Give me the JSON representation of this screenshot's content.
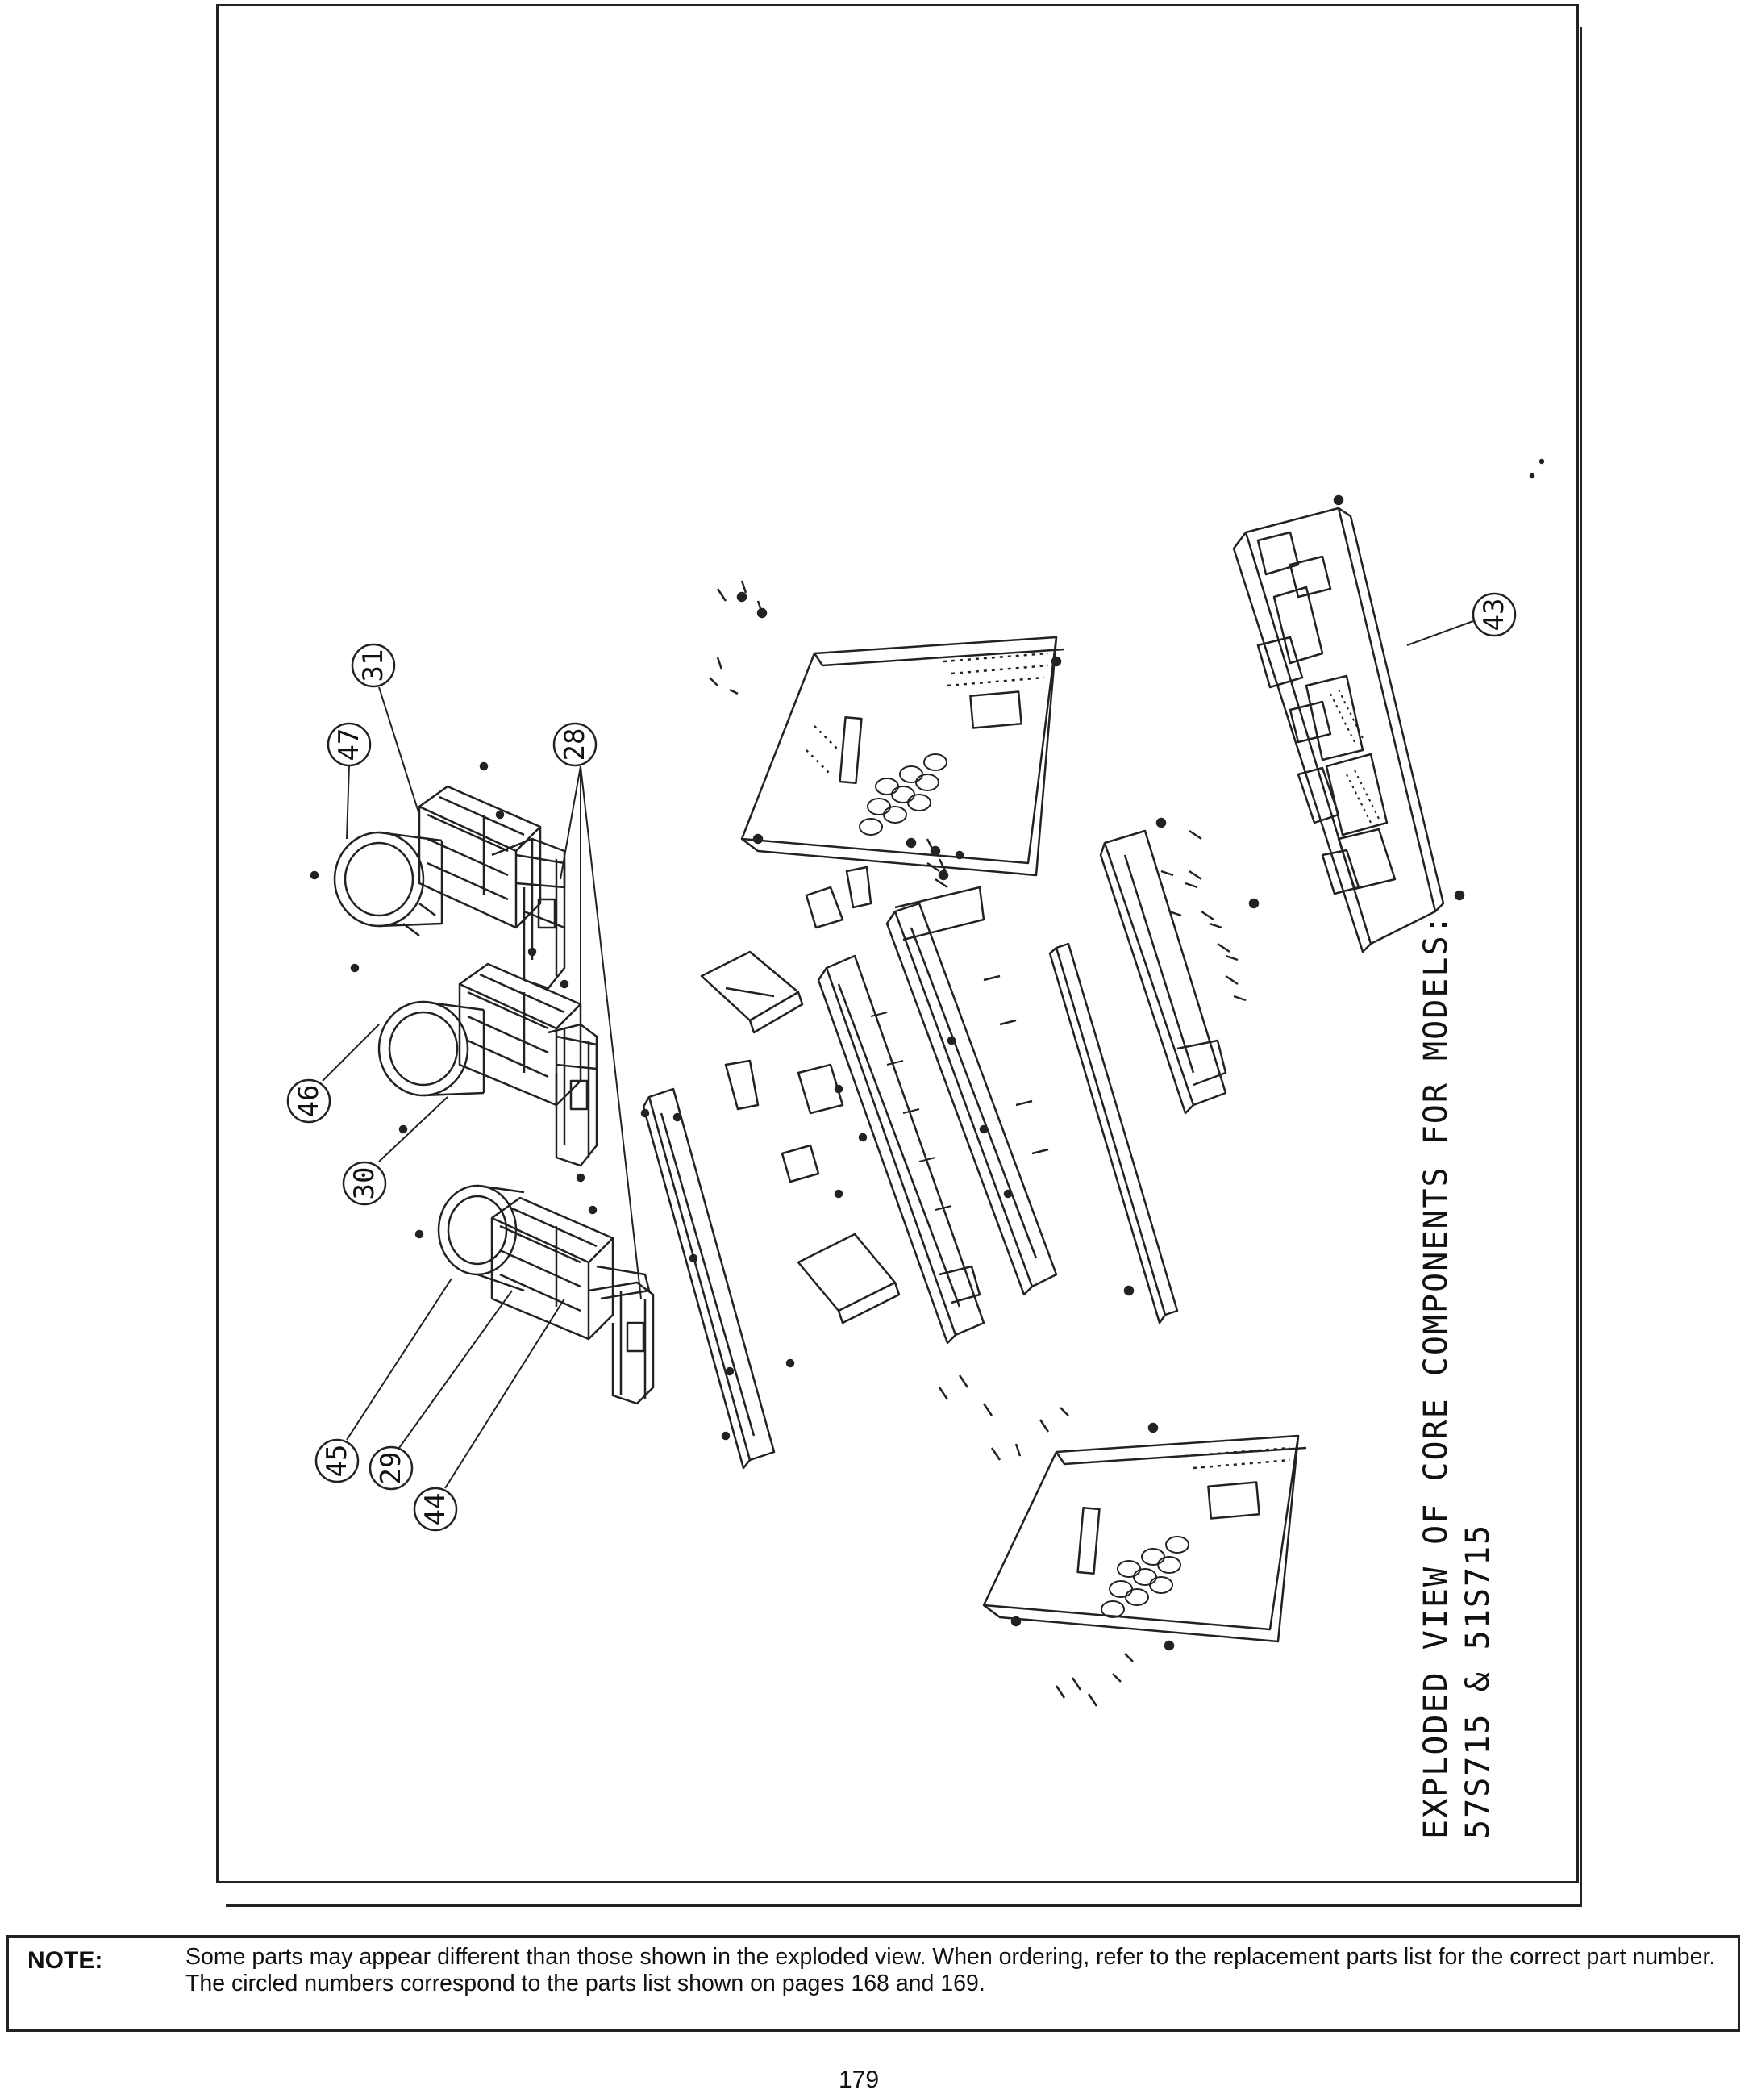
{
  "diagram": {
    "title_line_1": "EXPLODED VIEW OF CORE COMPONENTS FOR MODELS:",
    "title_line_2": "57S715 & 51S715",
    "callouts": [
      "47",
      "31",
      "28",
      "46",
      "30",
      "45",
      "29",
      "44",
      "43"
    ]
  },
  "note": {
    "label": "NOTE:",
    "text": "Some parts may appear different than those shown in the exploded view. When ordering, refer to the replacement parts list for the correct part number. The circled numbers correspond to the parts list shown on pages 168 and 169."
  },
  "page_number": "179"
}
